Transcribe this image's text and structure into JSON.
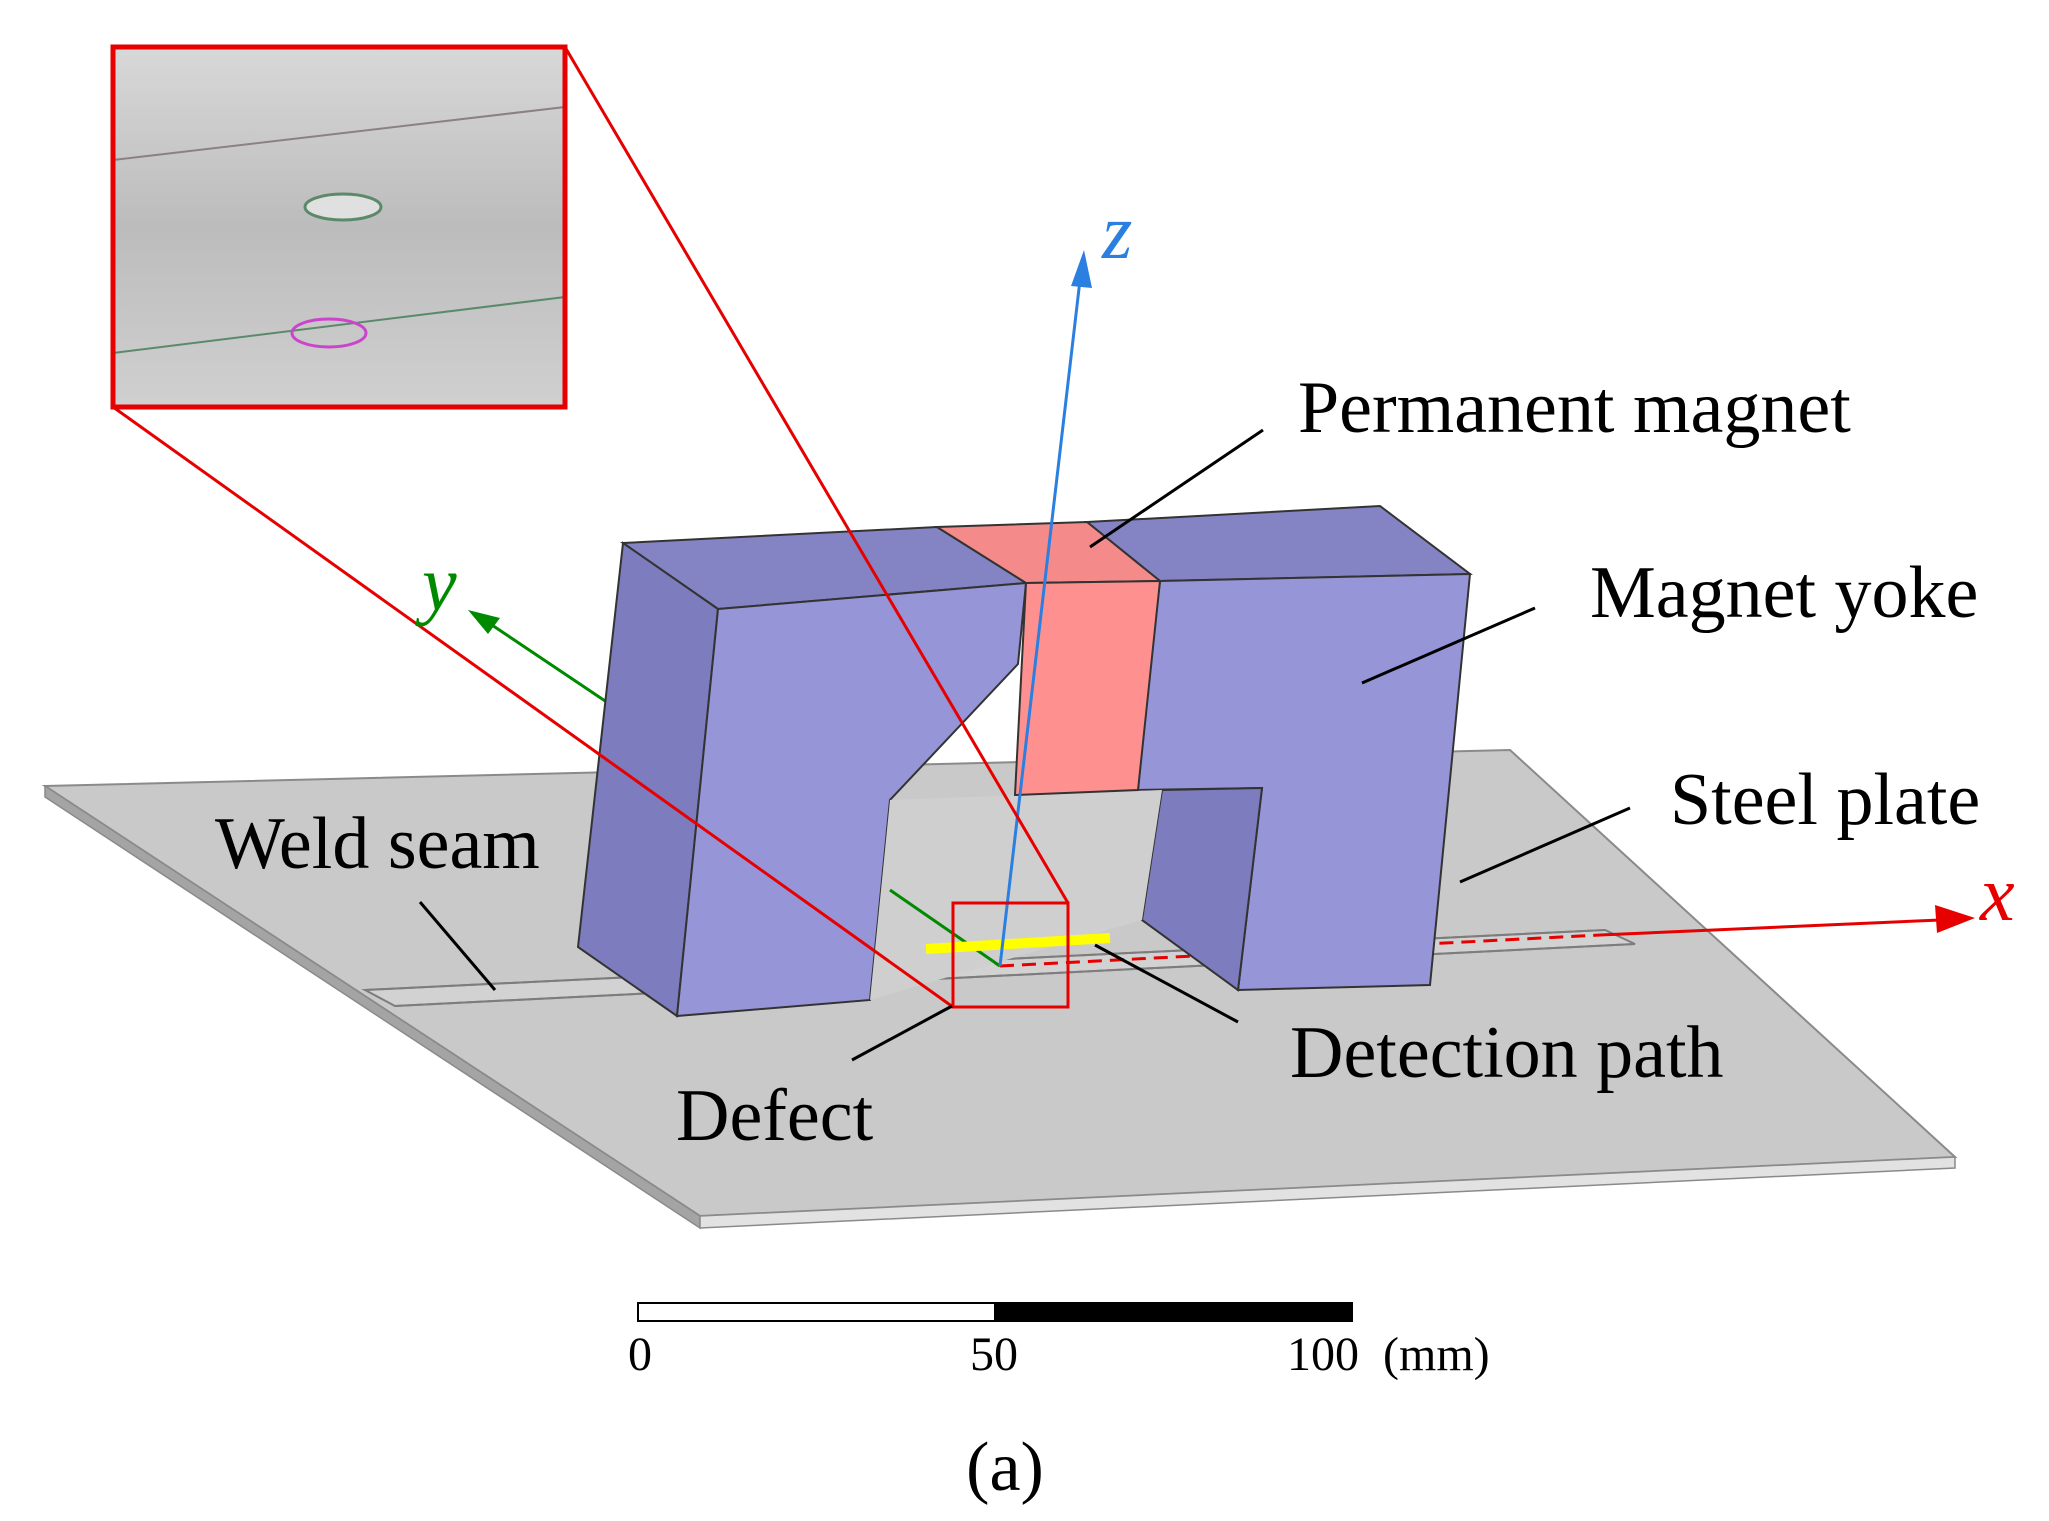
{
  "labels": {
    "permanent_magnet": "Permanent magnet",
    "magnet_yoke": "Magnet yoke",
    "steel_plate": "Steel plate",
    "weld_seam": "Weld seam",
    "defect": "Defect",
    "detection_path": "Detection path"
  },
  "axes": {
    "x": "x",
    "y": "y",
    "z": "z"
  },
  "scale_bar": {
    "ticks": [
      "0",
      "50",
      "100"
    ],
    "unit": "(mm)"
  },
  "caption": "(a)",
  "colors": {
    "yoke": "#9595d8",
    "magnet": "#fe9090",
    "plate": "#c9c9c9",
    "x_axis": "#e60000",
    "y_axis": "#008a00",
    "z_axis": "#2a7fe0",
    "detection_path": "#ffff00",
    "zoom_frame": "#e60000"
  }
}
